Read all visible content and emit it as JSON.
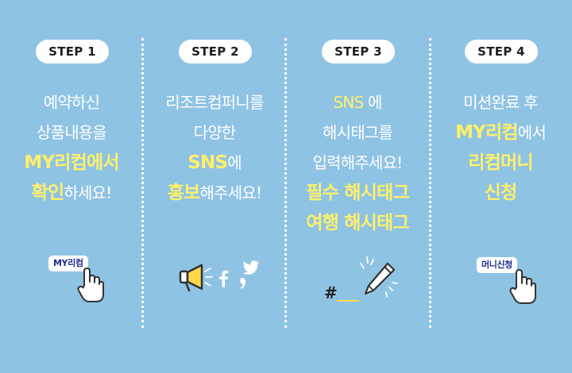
{
  "colors": {
    "background": "#8fc3e4",
    "highlight": "#fff06a",
    "text": "#ffffff"
  },
  "steps": [
    {
      "label": "STEP 1",
      "lines": [
        [
          {
            "t": "예약하신",
            "hl": false,
            "big": false
          }
        ],
        [
          {
            "t": "상품내용을",
            "hl": false,
            "big": false
          }
        ],
        [
          {
            "t": "MY리컴에서",
            "hl": true,
            "big": true
          }
        ],
        [
          {
            "t": "확인",
            "hl": true,
            "big": true
          },
          {
            "t": "하세요!",
            "hl": false,
            "big": false
          }
        ]
      ],
      "tag": "MY리컴",
      "icon": "hand-pointer-icon"
    },
    {
      "label": "STEP 2",
      "lines": [
        [
          {
            "t": "리조트컴퍼니를",
            "hl": false,
            "big": false
          }
        ],
        [
          {
            "t": "다양한",
            "hl": false,
            "big": false
          }
        ],
        [
          {
            "t": "SNS",
            "hl": true,
            "big": true
          },
          {
            "t": "에",
            "hl": false,
            "big": false
          }
        ],
        [
          {
            "t": "홍보",
            "hl": true,
            "big": true
          },
          {
            "t": "해주세요!",
            "hl": false,
            "big": false
          }
        ]
      ],
      "icon": "megaphone-icon"
    },
    {
      "label": "STEP 3",
      "lines": [
        [
          {
            "t": "SNS",
            "hl": true,
            "big": false
          },
          {
            "t": " 에",
            "hl": false,
            "big": false
          }
        ],
        [
          {
            "t": "해시태그를",
            "hl": false,
            "big": false
          }
        ],
        [
          {
            "t": "입력해주세요!",
            "hl": false,
            "big": false
          }
        ],
        [
          {
            "t": "필수 해시태그",
            "hl": true,
            "big": true
          }
        ],
        [
          {
            "t": "여행 해시태그",
            "hl": true,
            "big": true
          }
        ]
      ],
      "hashtag": "#",
      "icon": "pencil-icon"
    },
    {
      "label": "STEP 4",
      "lines": [
        [
          {
            "t": "미션완료 후",
            "hl": false,
            "big": false
          }
        ],
        [
          {
            "t": "MY리컴",
            "hl": true,
            "big": true
          },
          {
            "t": "에서",
            "hl": false,
            "big": false
          }
        ],
        [
          {
            "t": "리컴머니",
            "hl": true,
            "big": true
          }
        ],
        [
          {
            "t": "신청",
            "hl": true,
            "big": true
          }
        ]
      ],
      "tag": "머니신청",
      "icon": "hand-pointer-icon"
    }
  ]
}
